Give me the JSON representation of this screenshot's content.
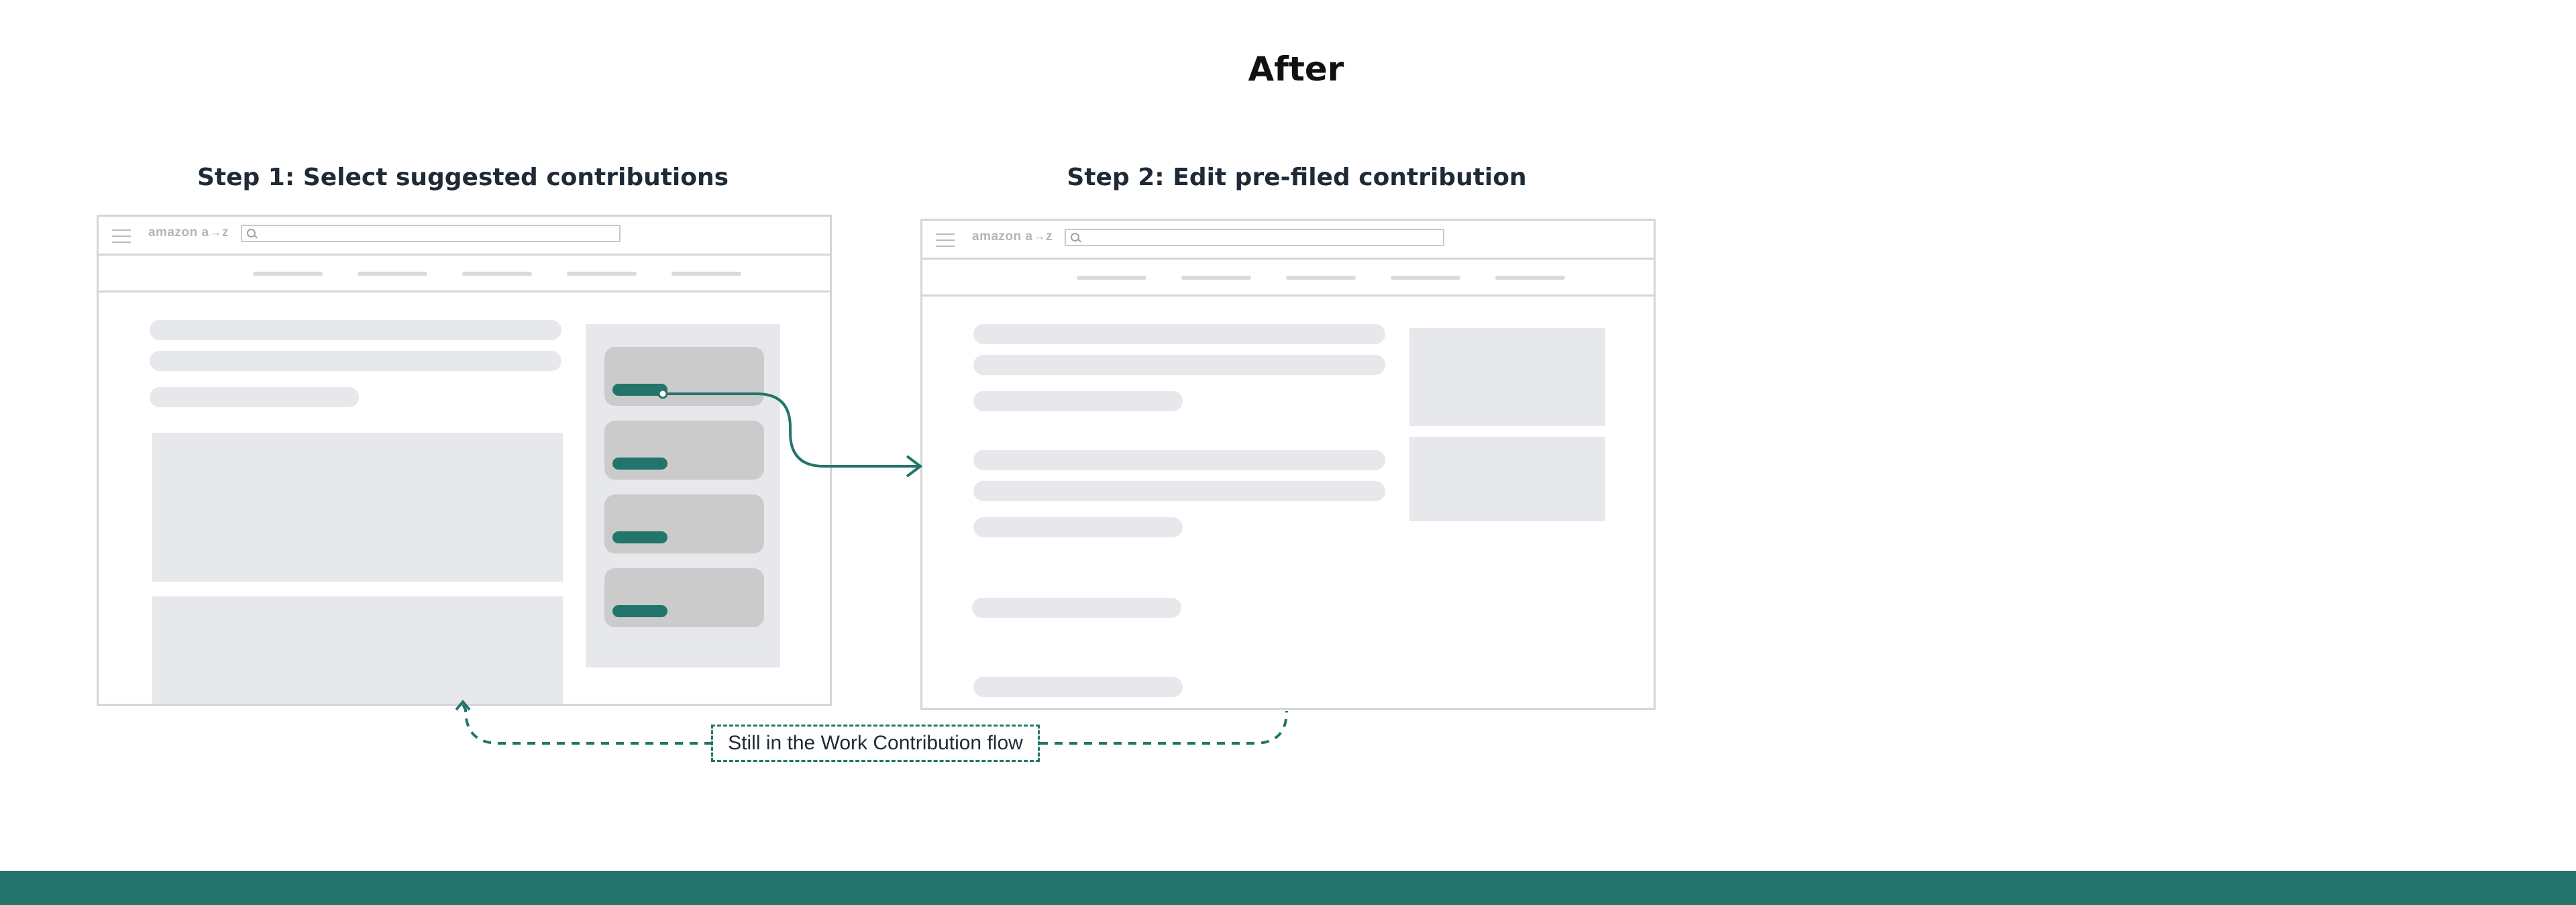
{
  "title": "After",
  "step1": {
    "title": "Step 1: Select suggested contributions",
    "logo_text": "amazon a→z",
    "card_count": 4
  },
  "step2": {
    "title": "Step 2: Edit pre-filed contribution",
    "logo_text": "amazon a→z"
  },
  "flow_note": "Still in the Work Contribution flow",
  "icons": [
    "menu-icon",
    "search-icon"
  ],
  "colors": {
    "accent": "#23756b",
    "placeholder": "#e7e8eb",
    "card": "#cbcbcb",
    "border": "#d4d5d8",
    "heading": "#1f2a36"
  }
}
